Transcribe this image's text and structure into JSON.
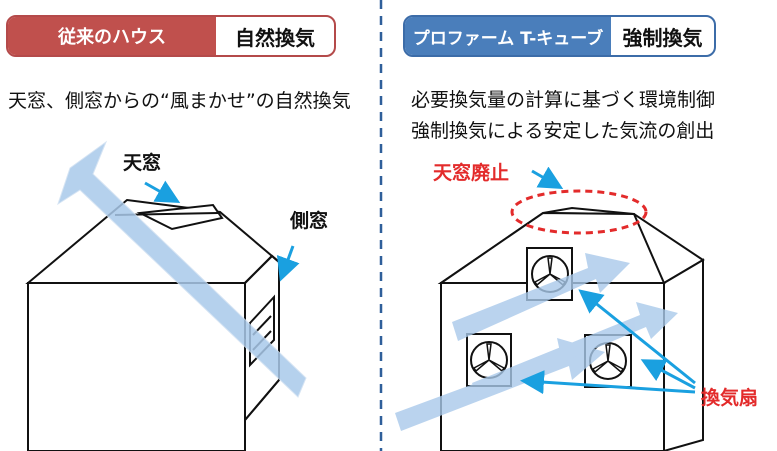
{
  "left": {
    "badge_tag": "従来のハウス",
    "badge_title": "自然換気",
    "description": "天窓、側窓からの“風まかせ”の自然換気",
    "callout_skylight": "天窓",
    "callout_sidewindow": "側窓"
  },
  "right": {
    "badge_tag": "プロファーム T-キューブ",
    "badge_title": "強制換気",
    "description_line1": "必要換気量の計算に基づく環境制御",
    "description_line2": "強制換気による安定した気流の創出",
    "callout_no_skylight": "天窓廃止",
    "callout_fans": "換気扇"
  },
  "colors": {
    "left_accent": "#c0504d",
    "right_accent": "#4a7ebb",
    "airflow": "#a9c9ea",
    "pointer": "#1aa0e0",
    "alert": "#e32b2b"
  }
}
